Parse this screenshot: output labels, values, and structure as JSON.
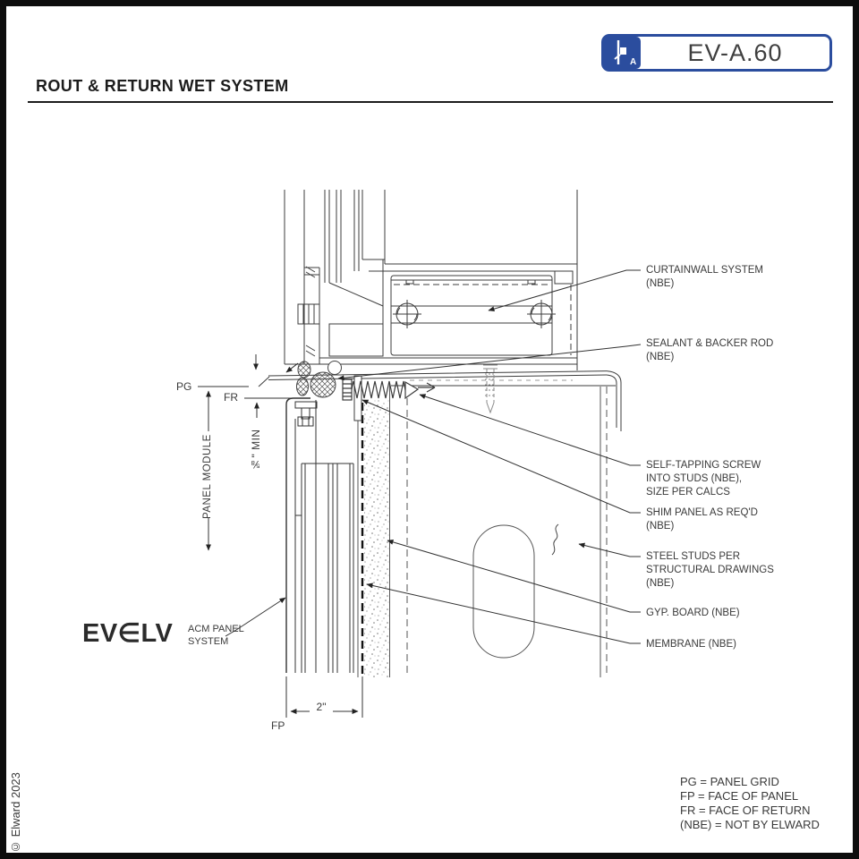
{
  "sheet": {
    "title": "ROUT & RETURN WET SYSTEM",
    "copyright": "© Elward 2023"
  },
  "badge": {
    "code": "EV-A.60",
    "marker_letter": "A",
    "accent_color": "#2b4d9e"
  },
  "logo": {
    "brand": "EV∈LV",
    "tagline": "ACM PANEL\nSYSTEM"
  },
  "callouts": {
    "curtainwall": "CURTAINWALL SYSTEM\n(NBE)",
    "sealant": "SEALANT & BACKER ROD\n(NBE)",
    "screw": "SELF-TAPPING SCREW\nINTO STUDS (NBE),\nSIZE PER CALCS",
    "shim": "SHIM PANEL AS REQ'D\n(NBE)",
    "steel_studs": "STEEL STUDS PER\nSTRUCTURAL DRAWINGS\n(NBE)",
    "gyp_board": "GYP. BOARD (NBE)",
    "membrane": "MEMBRANE (NBE)"
  },
  "dimensions": {
    "panel_module": "PANEL MODULE",
    "min_return": "⅝\" MIN",
    "panel_depth": "2\"",
    "pg": "PG",
    "fr": "FR",
    "fp": "FP"
  },
  "legend": [
    "PG = PANEL GRID",
    "FP = FACE OF PANEL",
    "FR = FACE OF RETURN",
    "(NBE) = NOT BY ELWARD"
  ]
}
